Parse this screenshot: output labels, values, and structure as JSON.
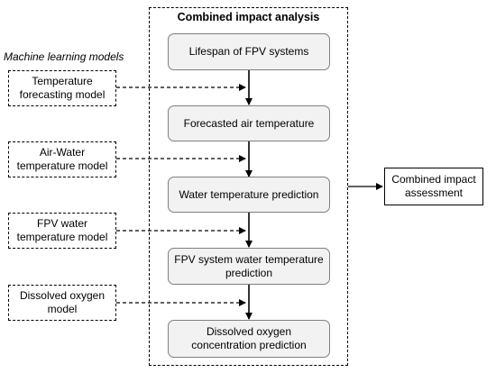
{
  "center": {
    "title": "Combined impact analysis",
    "steps": [
      "Lifespan of FPV systems",
      "Forecasted air temperature",
      "Water temperature prediction",
      "FPV system water temperature prediction",
      "Dissolved oxygen concentration prediction"
    ]
  },
  "models": {
    "section_label": "Machine learning models",
    "items": [
      "Temperature forecasting model",
      "Air-Water temperature model",
      "FPV water temperature model",
      "Dissolved oxygen model"
    ]
  },
  "output": {
    "label": "Combined impact assessment"
  }
}
